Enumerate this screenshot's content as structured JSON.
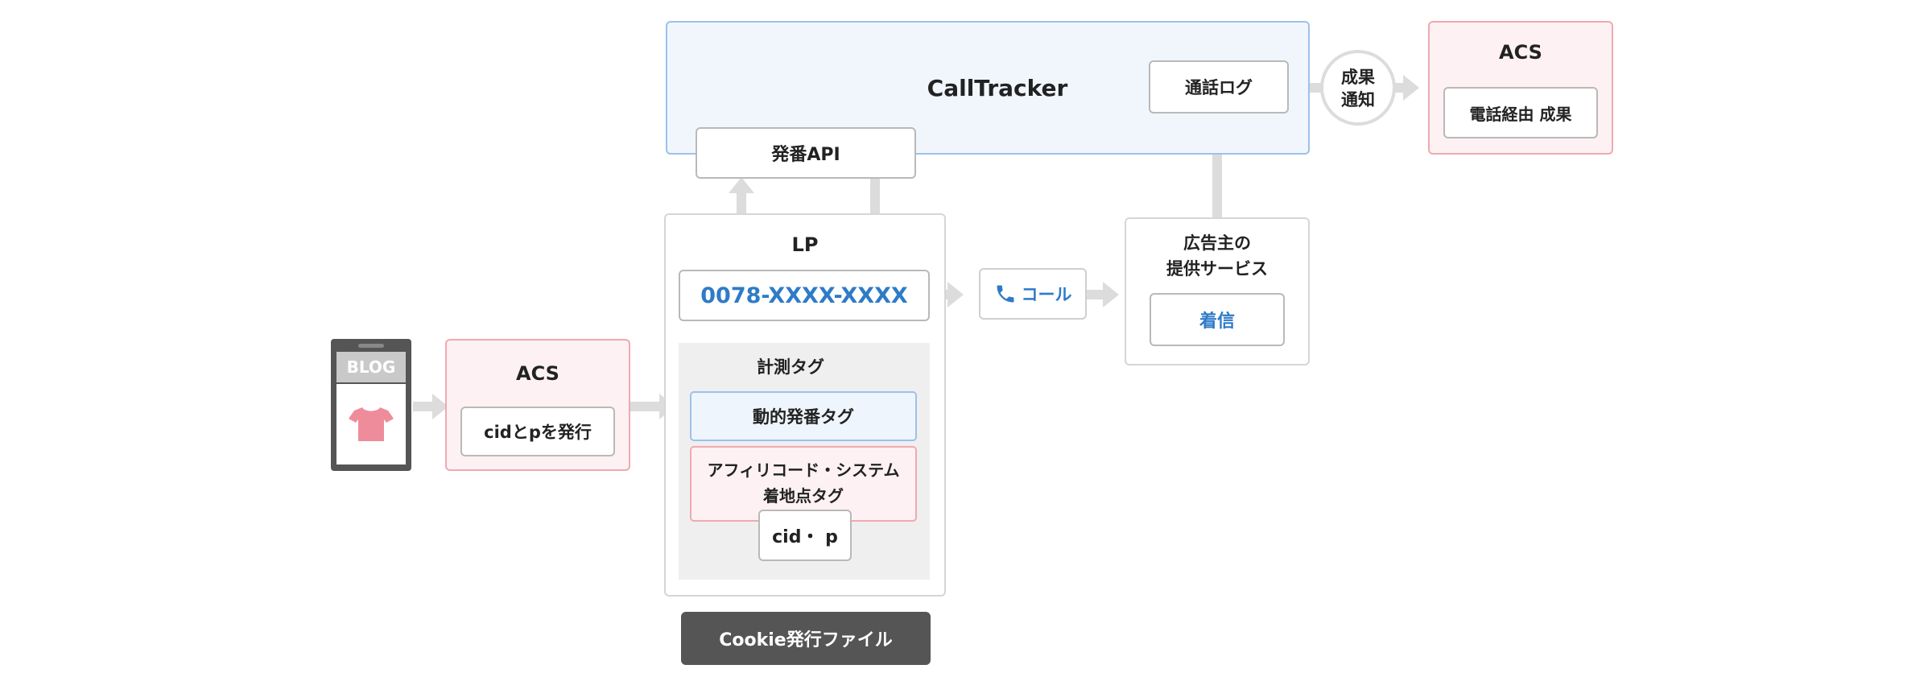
{
  "colors": {
    "arrow": "#dcdcdc",
    "calltracker_bg": "#f1f6fd",
    "calltracker_border": "#9dc1ea",
    "acs_bg": "#fdf1f3",
    "acs_border": "#f0a8b1",
    "blue_text": "#2e7bc7",
    "dark_button": "#555555"
  },
  "blog": {
    "label": "BLOG",
    "icon": "tshirt-icon"
  },
  "acs_left": {
    "title": "ACS",
    "inner": "cidとpを発行"
  },
  "calltracker": {
    "title": "CallTracker",
    "call_log": "通話ログ"
  },
  "hatsuban_api": "発番API",
  "lp": {
    "title": "LP",
    "phone": "0078-XXXX-XXXX",
    "measure_title": "計測タグ",
    "dynamic_tag": "動的発番タグ",
    "affiliate_line1": "アフィリコード・システム",
    "affiliate_line2": "着地点タグ",
    "cid_p": "cid・ p"
  },
  "cookie_button": "Cookie発行ファイル",
  "call": {
    "icon": "phone-icon",
    "label": "コール"
  },
  "advertiser": {
    "title_line1": "広告主の",
    "title_line2": "提供サービス",
    "incoming": "着信"
  },
  "notify": {
    "line1": "成果",
    "line2": "通知"
  },
  "acs_right": {
    "title": "ACS",
    "inner": "電話経由 成果"
  }
}
